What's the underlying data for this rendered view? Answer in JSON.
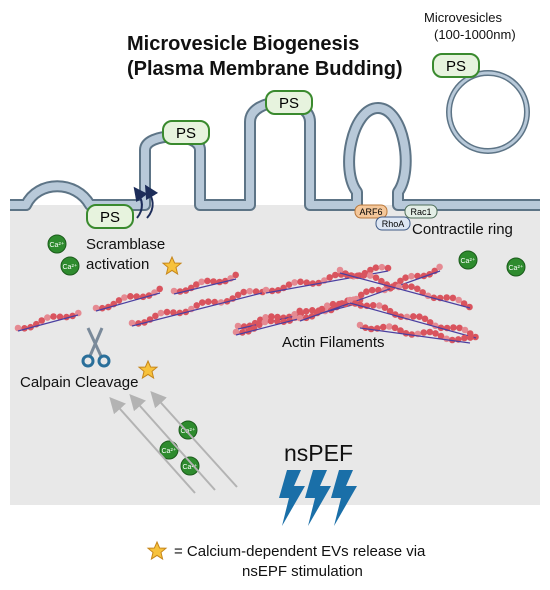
{
  "title_line1": "Microvesicle Biogenesis",
  "title_line2": "(Plasma Membrane Budding)",
  "microvesicles_line1": "Microvesicles",
  "microvesicles_line2": "(100-1000nm)",
  "ps_label": "PS",
  "ca_label": "Ca²⁺",
  "scramblase_line1": "Scramblase",
  "scramblase_line2": "activation",
  "arf6_label": "ARF6",
  "rhoa_label": "RhoA",
  "rac1_label": "Rac1",
  "contractile_ring": "Contractile ring",
  "actin_filaments": "Actin Filaments",
  "calpain_cleavage": "Calpain Cleavage",
  "nspef_label": "nsPEF",
  "legend_line1": "= Calcium-dependent EVs release via",
  "legend_line2": "nsEPF stimulation",
  "colors": {
    "cytoplasm": "#e8e8e8",
    "membrane": "#b8c9d9",
    "membrane_edge": "#5d7486",
    "ps_fill": "#e7f3de",
    "ps_border": "#3a8a2e",
    "calcium": "#2e8b2e",
    "actin": "#d9545e",
    "lightning": "#1a6fa8",
    "star": "#f7c23c"
  }
}
